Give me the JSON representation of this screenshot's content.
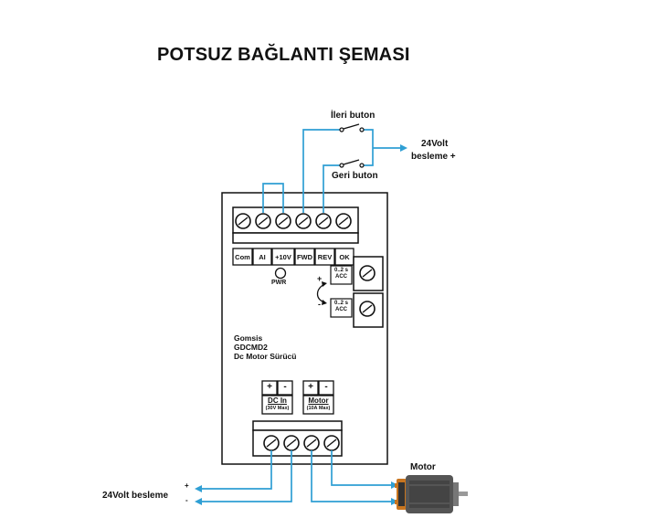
{
  "title": "POTSUZ BAĞLANTI ŞEMASI",
  "buttons": {
    "forward": "İleri buton",
    "reverse": "Geri buton"
  },
  "supply_top": {
    "line1": "24Volt",
    "line2": "besleme  +"
  },
  "terminals_top": [
    "Com",
    "AI",
    "+10V",
    "FWD",
    "REV",
    "OK"
  ],
  "pwr_label": "PWR",
  "acc_units": [
    {
      "line1": "0..2 s",
      "line2": "ACC",
      "sign": "+"
    },
    {
      "line1": "0..2 s",
      "line2": "ACC",
      "sign": "-"
    }
  ],
  "device": {
    "line1": "Gomsis",
    "line2": "GDCMD2",
    "line3": "Dc Motor Sürücü"
  },
  "power_signs": [
    "+",
    "-",
    "+",
    "-"
  ],
  "dc_in": {
    "label": "DC In",
    "spec": "(30V Max)"
  },
  "motor_out": {
    "label": "Motor",
    "spec": "(10A Max)"
  },
  "supply_bottom": {
    "label": "24Volt besleme",
    "plus": "+",
    "minus": "-"
  },
  "motor_label": "Motor",
  "colors": {
    "wire": "#2f9fd4",
    "outline": "#111111",
    "motor_body": "#555555",
    "motor_accent": "#c8751f"
  }
}
